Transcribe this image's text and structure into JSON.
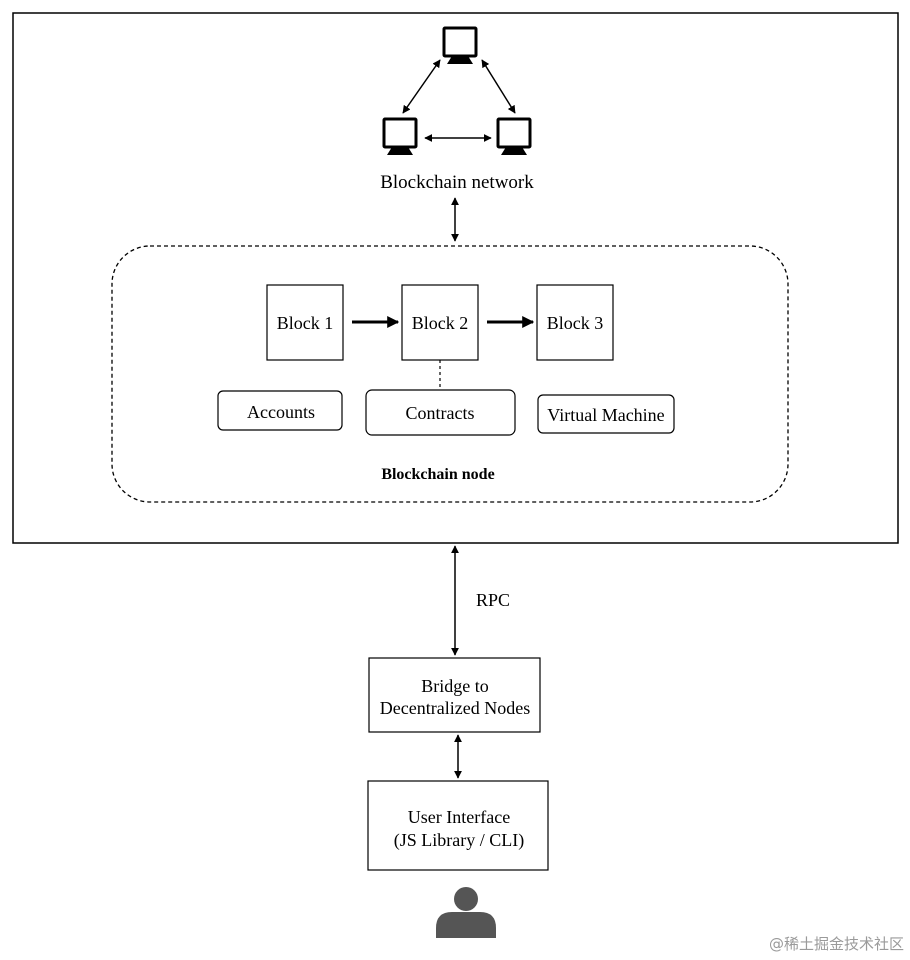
{
  "network": {
    "label": "Blockchain network",
    "icons": [
      "computer-icon",
      "computer-icon",
      "computer-icon"
    ]
  },
  "node": {
    "label": "Blockchain node",
    "blocks": [
      "Block 1",
      "Block 2",
      "Block 3"
    ],
    "components": [
      "Accounts",
      "Contracts",
      "Virtual Machine"
    ]
  },
  "rpc_label": "RPC",
  "bridge": {
    "line1": "Bridge to",
    "line2": "Decentralized Nodes"
  },
  "ui": {
    "line1": "User Interface",
    "line2": "(JS Library / CLI)"
  },
  "user_icon": "user-icon",
  "watermark": "@稀土掘金技术社区"
}
